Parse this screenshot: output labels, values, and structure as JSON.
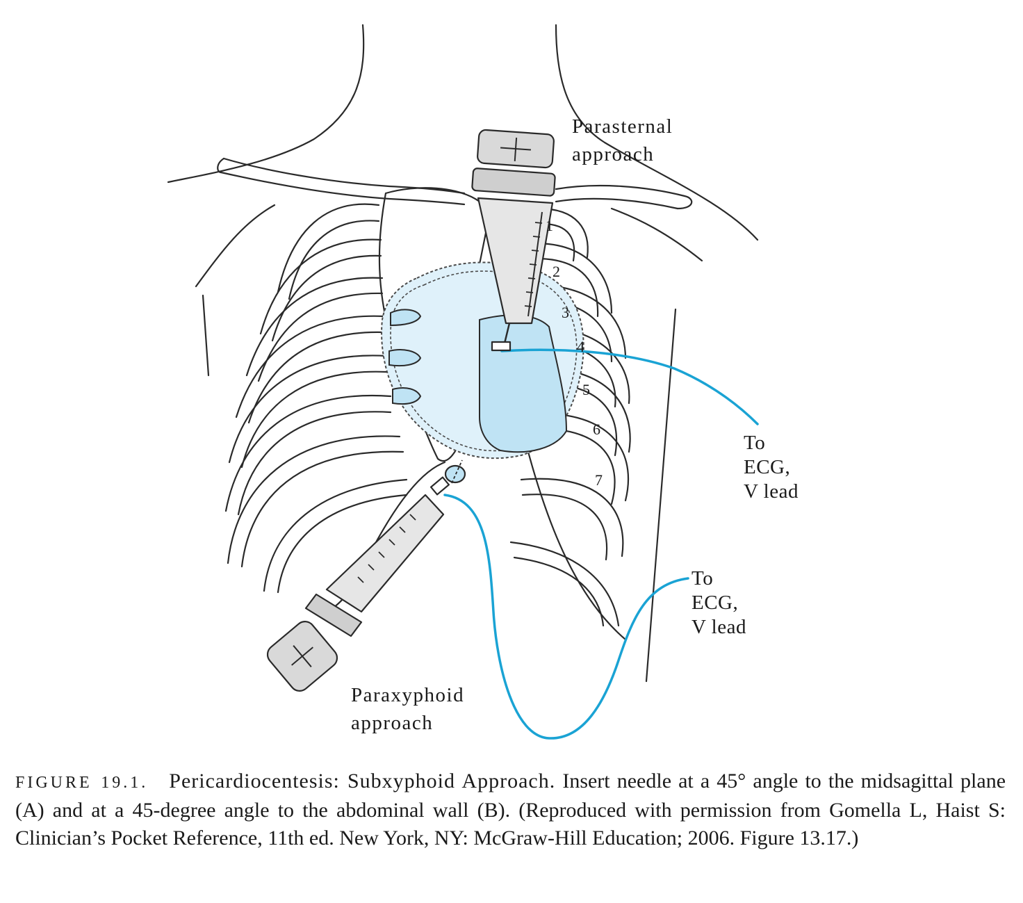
{
  "labels": {
    "parasternal_line1": "Parasternal",
    "parasternal_line2": "approach",
    "paraxyphoid_line1": "Paraxyphoid",
    "paraxyphoid_line2": "approach",
    "ecg_upper_line1": "To",
    "ecg_upper_line2": "ECG,",
    "ecg_upper_line3": "V lead",
    "ecg_lower_line1": "To",
    "ecg_lower_line2": "ECG,",
    "ecg_lower_line3": "V lead"
  },
  "rib_numbers": [
    "1",
    "2",
    "3",
    "4",
    "5",
    "6",
    "7"
  ],
  "caption": {
    "figure_number": "FIGURE 19.1.",
    "title": "Pericardiocentesis: Subxyphoid Approach.",
    "text": "Insert needle at a 45° angle to the midsagittal plane (A) and at a 45-degree angle to the abdominal wall (B). (Reproduced with permission from Gomella L, Haist S: Clinician’s Pocket Reference, 11th ed. New York, NY: McGraw-Hill Education; 2006. Figure 13.17.)"
  },
  "colors": {
    "line": "#2a2a2a",
    "pericardium_fill": "#dff1fa",
    "heart_fill": "#bfe3f4",
    "ecg_wire": "#1aa3d4",
    "syringe_fill": "#d9d9d9"
  }
}
